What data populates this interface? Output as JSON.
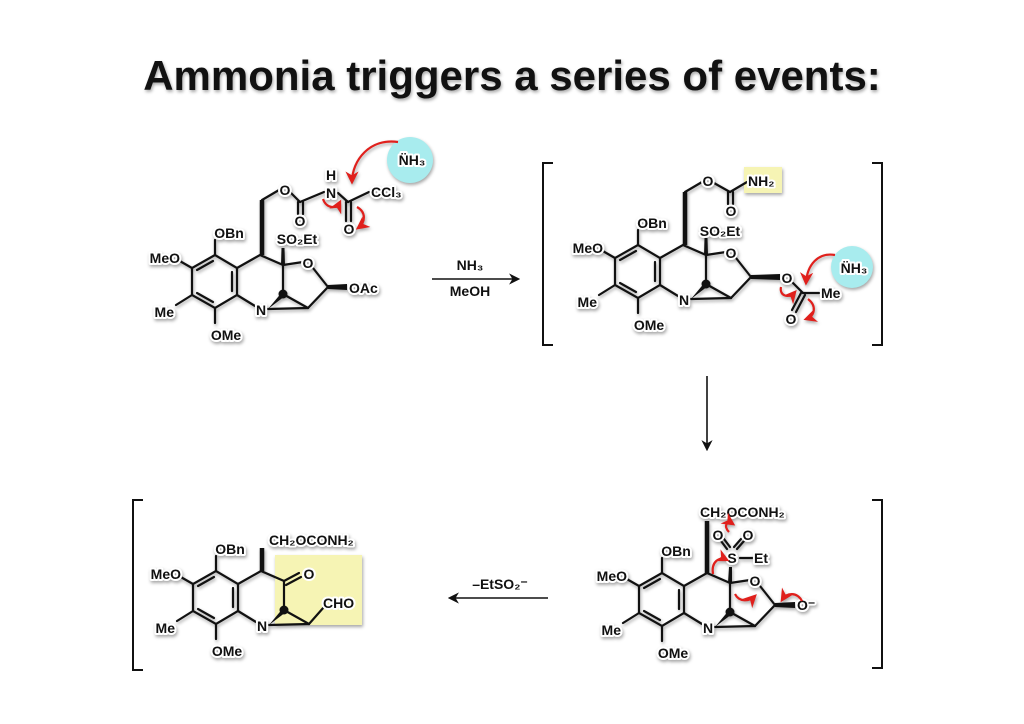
{
  "title": "Ammonia triggers a series of events:",
  "colors": {
    "highlight_yellow": "#f6f4b4",
    "nucleophile_cyan": "#a8ecee",
    "arrow_red": "#e0201c"
  },
  "core": {
    "obn": "OBn",
    "meo": "MeO",
    "me": "Me",
    "ome": "OMe",
    "n": "N"
  },
  "furanose": {
    "o": "O"
  },
  "structure1": {
    "so2et": "SO₂Et",
    "o_link": "O",
    "o_c1": "O",
    "h": "H",
    "n": "N",
    "o_c2": "O",
    "ccl3": "CCl₃",
    "oac": "OAc",
    "nh3": "N̈H₃"
  },
  "arrow1": {
    "reagent_top": "NH₃",
    "reagent_bottom": "MeOH"
  },
  "structure2": {
    "so2et": "SO₂Et",
    "o_link": "O",
    "o_carbonyl": "O",
    "nh2": "NH₂",
    "o_ester": "O",
    "o_acyl": "O",
    "me": "Me",
    "nh3": "N̈H₃"
  },
  "structure3": {
    "ch2ocnh2": "CH₂OCONH₂",
    "s": "S",
    "o1": "O",
    "o2": "O",
    "et": "Et",
    "o_minus": "O⁻"
  },
  "arrow3": {
    "label": "–EtSO₂⁻"
  },
  "structure4": {
    "ch2ocnh2": "CH₂OCONH₂",
    "o_ketone": "O",
    "cho": "CHO"
  }
}
